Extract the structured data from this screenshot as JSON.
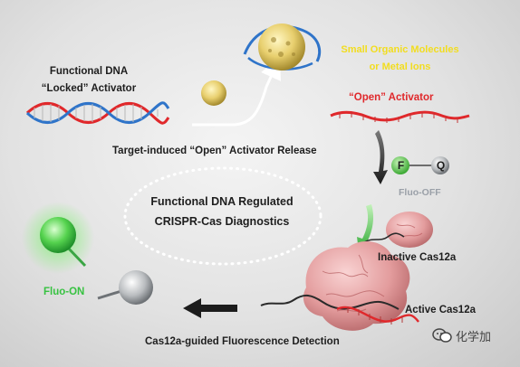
{
  "labels": {
    "functional_dna_line1": "Functional DNA",
    "functional_dna_line2": "“Locked” Activator",
    "target_release": "Target-induced “Open” Activator Release",
    "open_activator": "“Open” Activator",
    "small_molecules_line1": "Small Organic Molecules",
    "small_molecules_line2": "or Metal Ions",
    "fluo_off": "Fluo-OFF",
    "center_line1": "Functional DNA Regulated",
    "center_line2": "CRISPR-Cas Diagnostics",
    "inactive_cas": "Inactive Cas12a",
    "active_cas": "Active Cas12a",
    "fluo_on": "Fluo-ON",
    "detection": "Cas12a-guided Fluorescence Detection",
    "reporter_F": "F",
    "reporter_Q": "Q"
  },
  "watermark": {
    "text": "化学加",
    "icon": "wechat-logo-icon"
  },
  "colors": {
    "dna_red": "#e0282b",
    "dna_blue": "#2f74c9",
    "highlight_yellow": "#f2dd1f",
    "fluorophore_green": "#37c241",
    "quencher_gray": "#9aa0a8",
    "protein_pink": "#e9a3a4"
  }
}
